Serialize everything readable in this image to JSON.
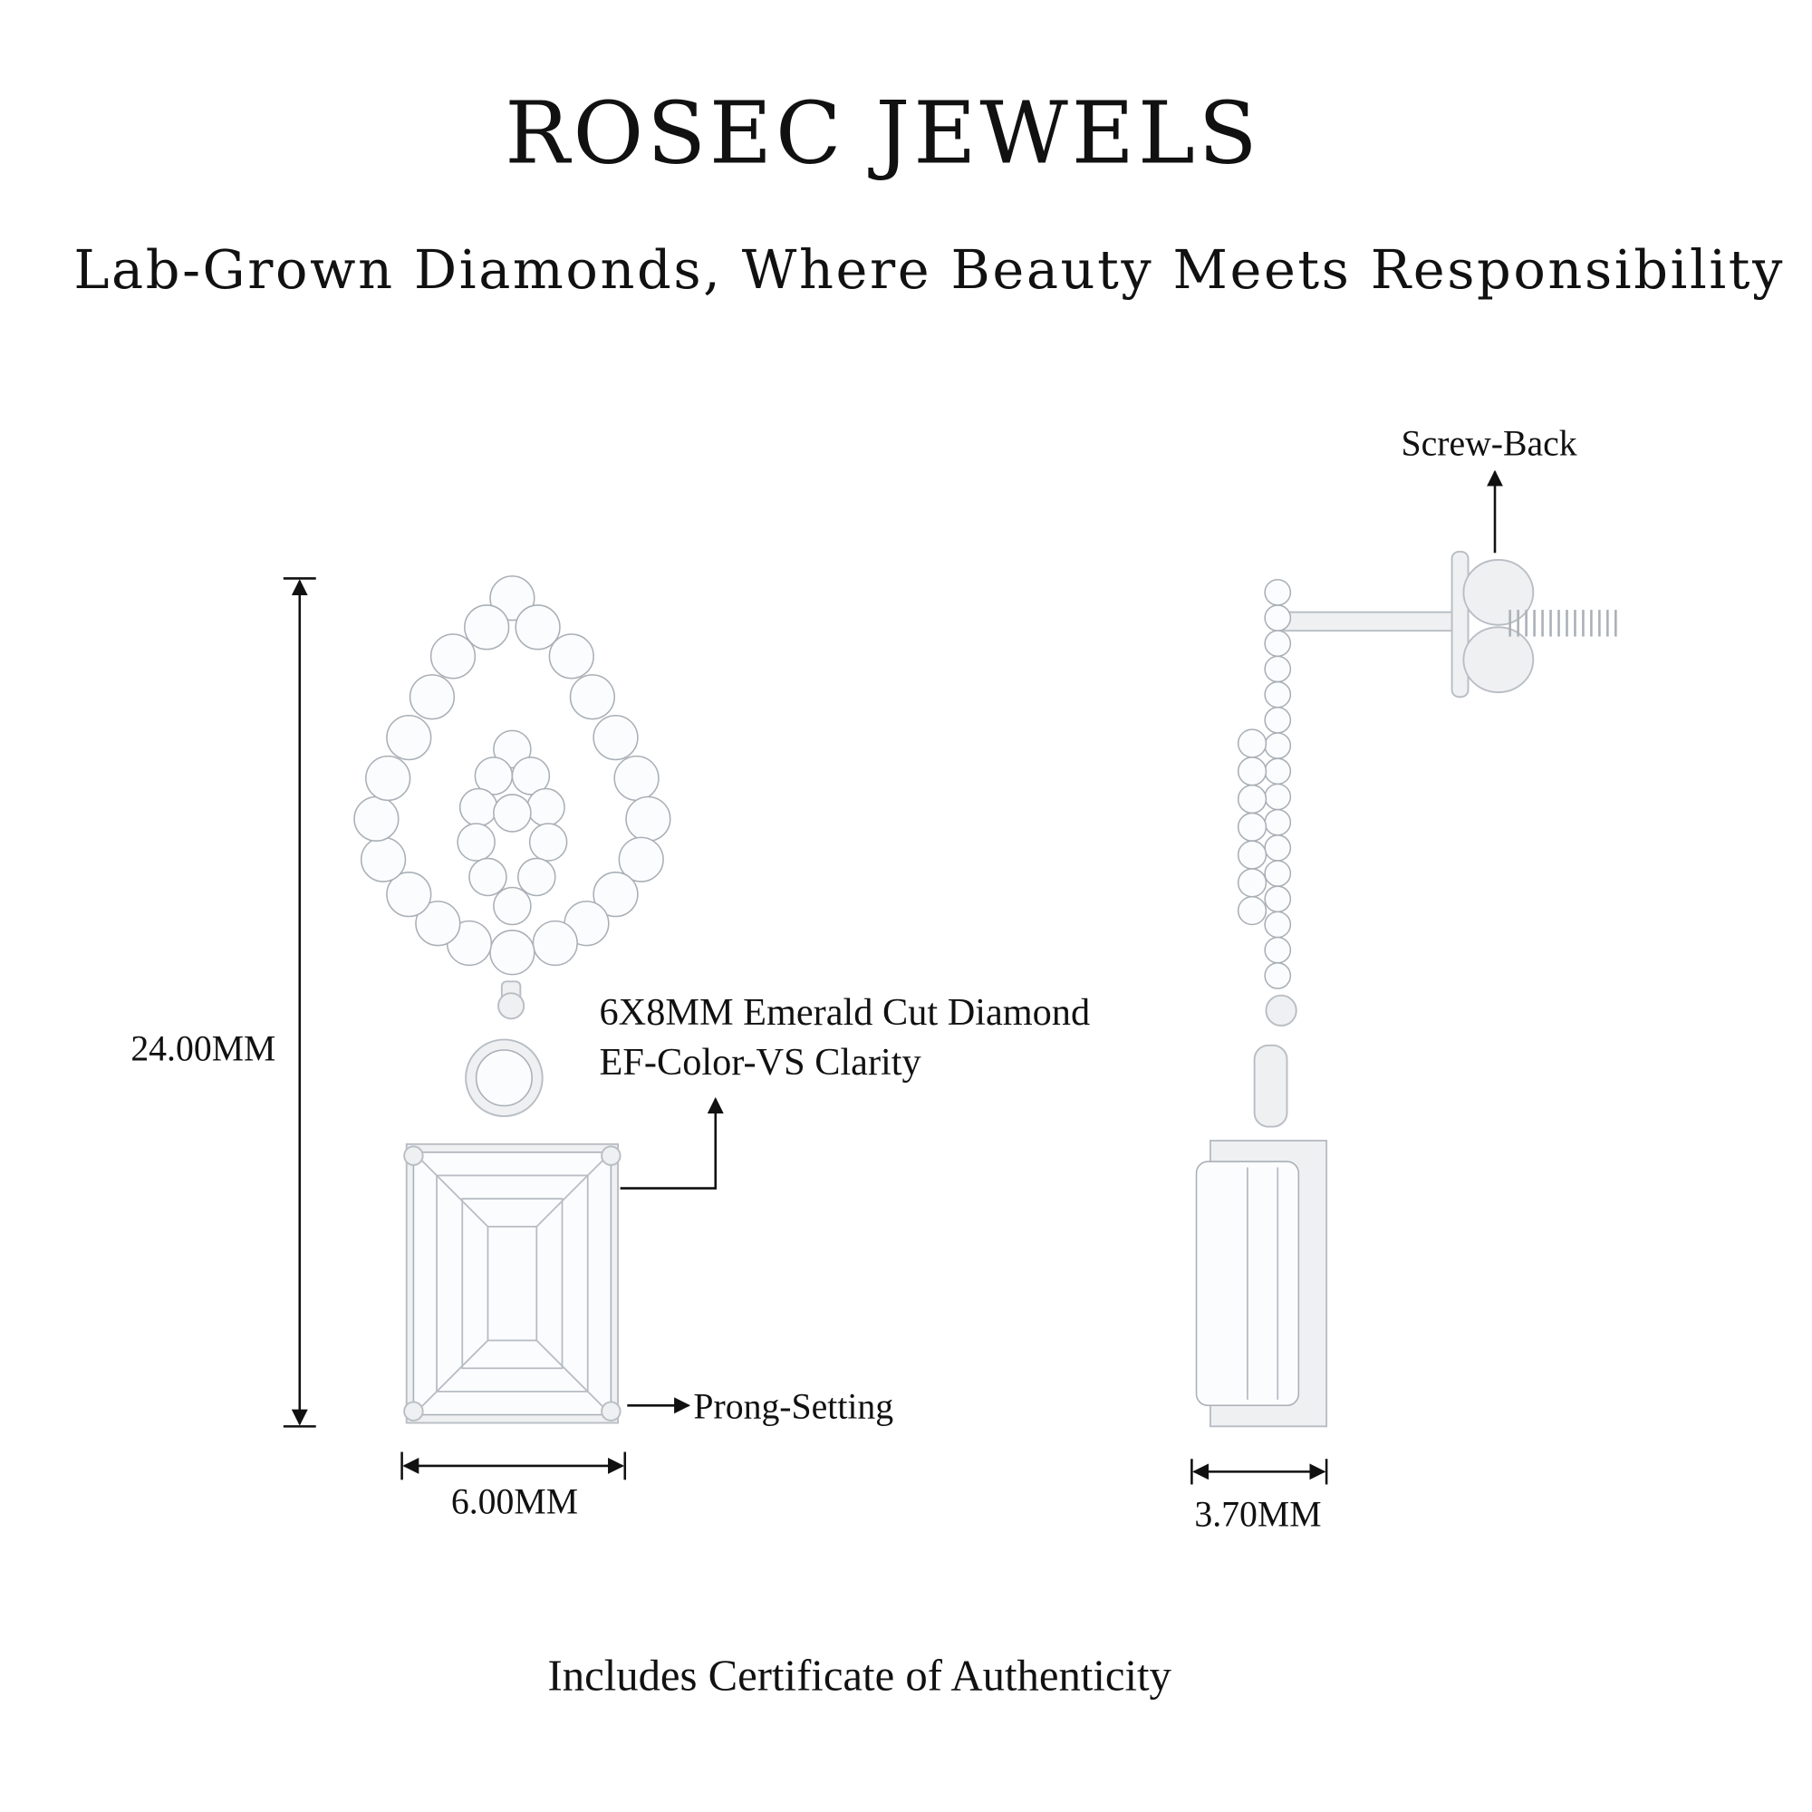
{
  "header": {
    "brand": "ROSEC JEWELS",
    "tagline": "Lab-Grown Diamonds, Where Beauty Meets Responsibility"
  },
  "annotations": {
    "height": "24.00MM",
    "width_front": "6.00MM",
    "width_side": "3.70MM",
    "stone_line1": "6X8MM Emerald Cut Diamond",
    "stone_line2": "EF-Color-VS Clarity",
    "setting": "Prong-Setting",
    "back": "Screw-Back"
  },
  "footer": {
    "note": "Includes Certificate of Authenticity"
  },
  "colors": {
    "text": "#111111",
    "metal": "#eef0f2",
    "background": "#ffffff"
  }
}
